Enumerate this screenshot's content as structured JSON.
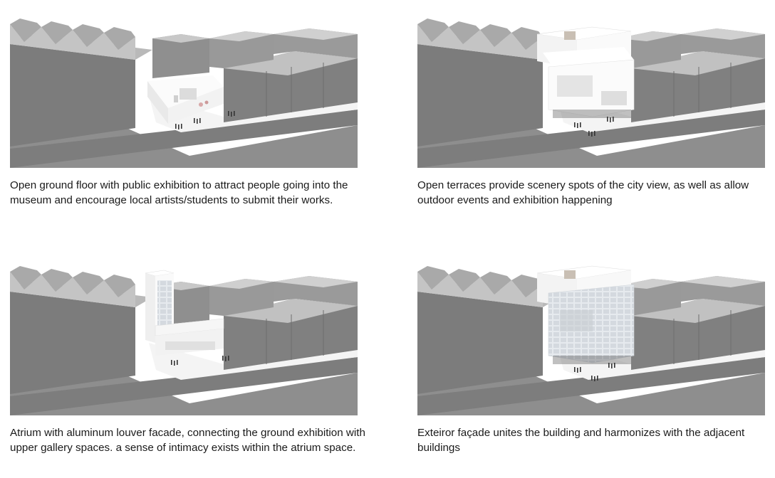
{
  "panels": [
    {
      "id": "ground-floor",
      "caption": "Open ground floor with public exhibition to attract people going into the museum and encourage local artists/students to submit their works."
    },
    {
      "id": "terraces",
      "caption": "Open terraces provide scenery spots of the city view, as well as allow outdoor events and exhibition happening"
    },
    {
      "id": "atrium",
      "caption": "Atrium with aluminum louver facade, connecting the ground exhibition with upper gallery spaces. a sense of intimacy exists within the atrium space."
    },
    {
      "id": "facade",
      "caption": "Exteiror façade unites the building and harmonizes with the adjacent buildings"
    }
  ],
  "colors": {
    "street": "#8c8c8c",
    "context-top": "#bdbdbd",
    "context-side": "#8a8a8a",
    "sidewalk": "#f3f3f3",
    "building": "#f7f7f7"
  }
}
